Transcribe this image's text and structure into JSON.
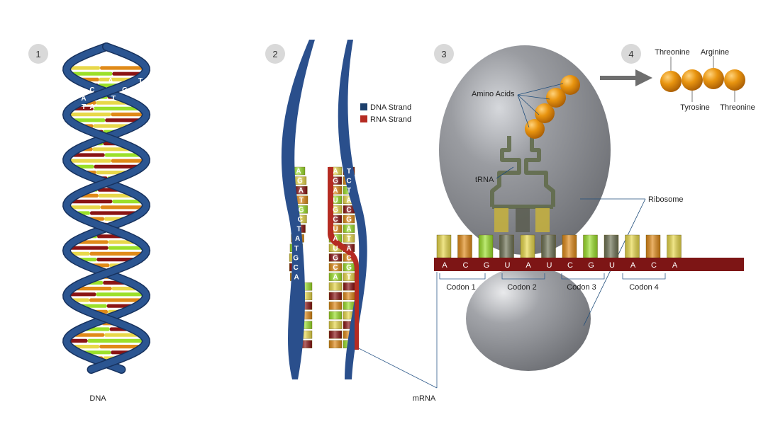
{
  "steps": [
    "1",
    "2",
    "3",
    "4"
  ],
  "labels": {
    "dna": "DNA",
    "mrna": "mRNA",
    "amino_acids": "Amino Acids",
    "trna": "tRNA",
    "ribosome": "Ribosome"
  },
  "legend": [
    {
      "label": "DNA Strand",
      "color": "#1c3f6b"
    },
    {
      "label": "RNA Strand",
      "color": "#b52b22"
    }
  ],
  "dna_helix_letters": [
    "A",
    "T",
    "C",
    "G",
    "A",
    "T",
    "T",
    "A"
  ],
  "dna_left_strand_letters": [
    "A",
    "G",
    "A",
    "T",
    "G",
    "C",
    "T",
    "A",
    "T",
    "G",
    "C",
    "A"
  ],
  "dna_right_strand_letters": [
    "T",
    "C",
    "T",
    "A",
    "C",
    "G",
    "A",
    "T",
    "A",
    "C",
    "G",
    "T"
  ],
  "rna_strand_letters": [
    "A",
    "G",
    "A",
    "U",
    "G",
    "C",
    "U",
    "A",
    "U",
    "G",
    "C",
    "A"
  ],
  "mrna_bases": [
    "A",
    "C",
    "G",
    "U",
    "A",
    "U",
    "C",
    "G",
    "U",
    "A",
    "C",
    "A"
  ],
  "codons": [
    "Codon 1",
    "Codon 2",
    "Codon 3",
    "Codon 4"
  ],
  "chain_labels": {
    "top": [
      "Threonine",
      "Arginine"
    ],
    "bottom": [
      "Tyrosine",
      "Threonine"
    ]
  },
  "colors": {
    "helix_blue": "#2b5591",
    "mrna_red": "#7d1515",
    "ribosome_gray": "#8a8c91",
    "amino_orange": "#e0900f",
    "trna_green": "#6f7a55",
    "base_yellow": "#e8d84a",
    "base_green": "#9be02a",
    "base_orange": "#e08a18",
    "base_darkred": "#8a1414"
  }
}
